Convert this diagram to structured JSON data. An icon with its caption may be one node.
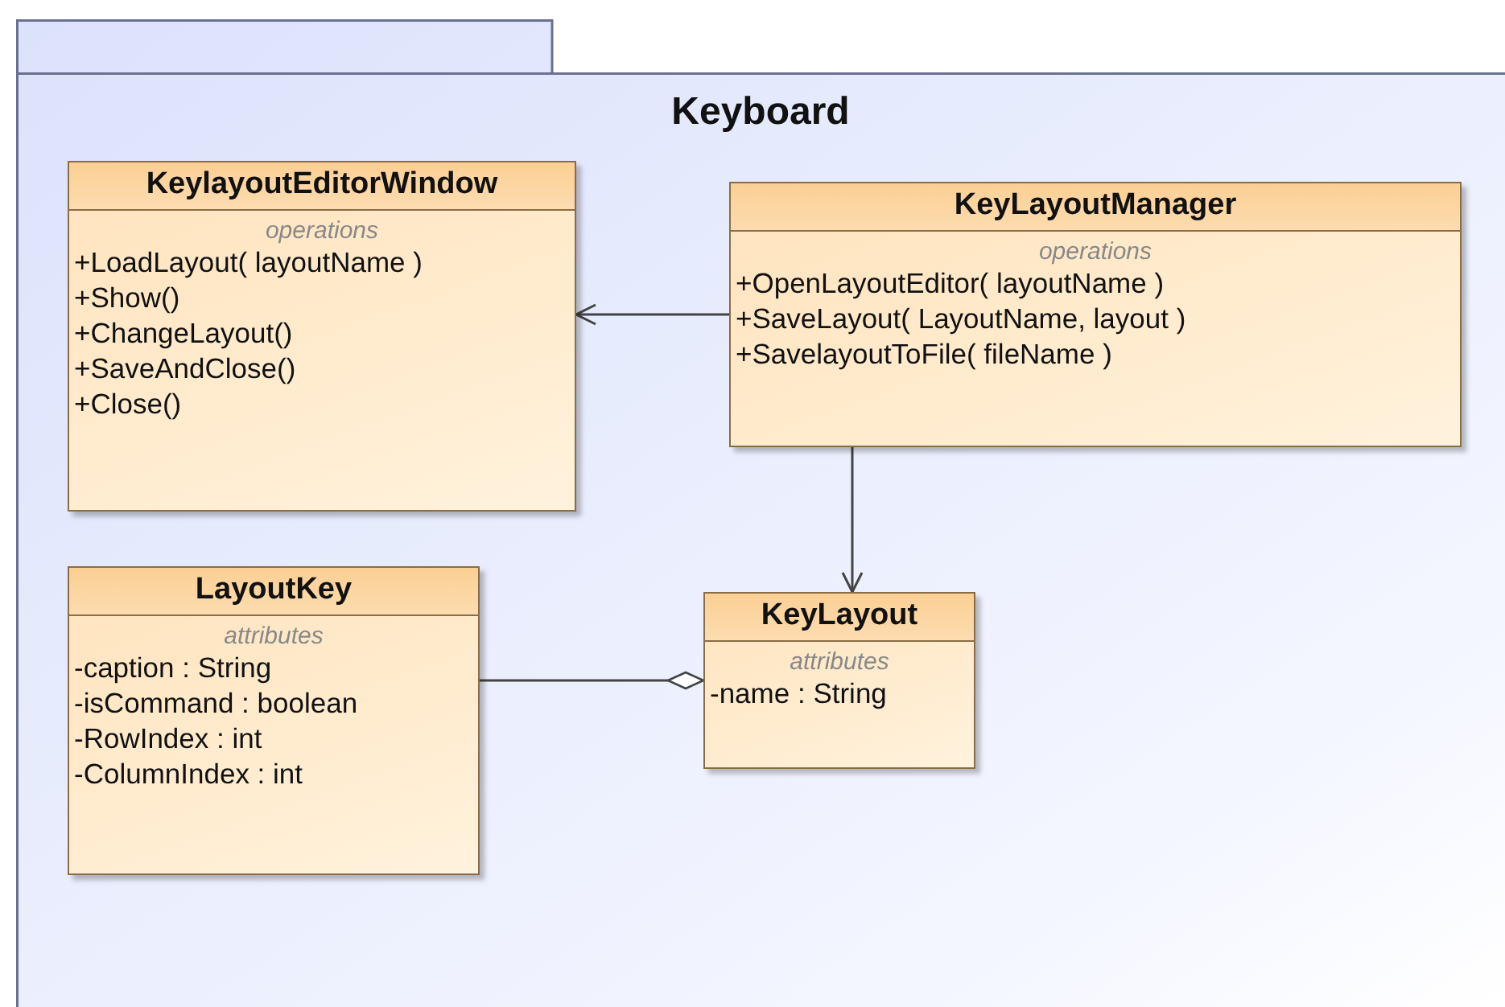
{
  "diagram": {
    "nodes": [
      {
        "text": [
          "Keyboard"
        ]
      },
      {
        "text": [
          "KeylayoutEditorWindow",
          "operations",
          "+LoadLayout( layoutName )",
          "+Show()",
          "+ChangeLayout()",
          "+SaveAndClose()",
          "+Close()"
        ],
        "in": 0
      },
      {
        "text": [
          "KeyLayoutManager",
          "operations",
          "+OpenLayoutEditor( layoutName )",
          "+SaveLayout( LayoutName, layout )",
          "+SavelayoutToFile( fileName )"
        ],
        "in": 0
      },
      {
        "text": [
          "LayoutKey",
          "attributes",
          "-caption : String",
          "-isCommand : boolean",
          "-RowIndex : int",
          "-ColumnIndex : int"
        ],
        "in": 0
      },
      {
        "text": [
          "KeyLayout",
          "attributes",
          "-name : String"
        ],
        "in": 0
      }
    ],
    "edges": [
      {
        "from": 2,
        "to": 1,
        "arrow": "to"
      },
      {
        "from": 2,
        "to": 4,
        "arrow": "to"
      },
      {
        "from": 3,
        "to": 4,
        "arrow": "other"
      }
    ]
  }
}
